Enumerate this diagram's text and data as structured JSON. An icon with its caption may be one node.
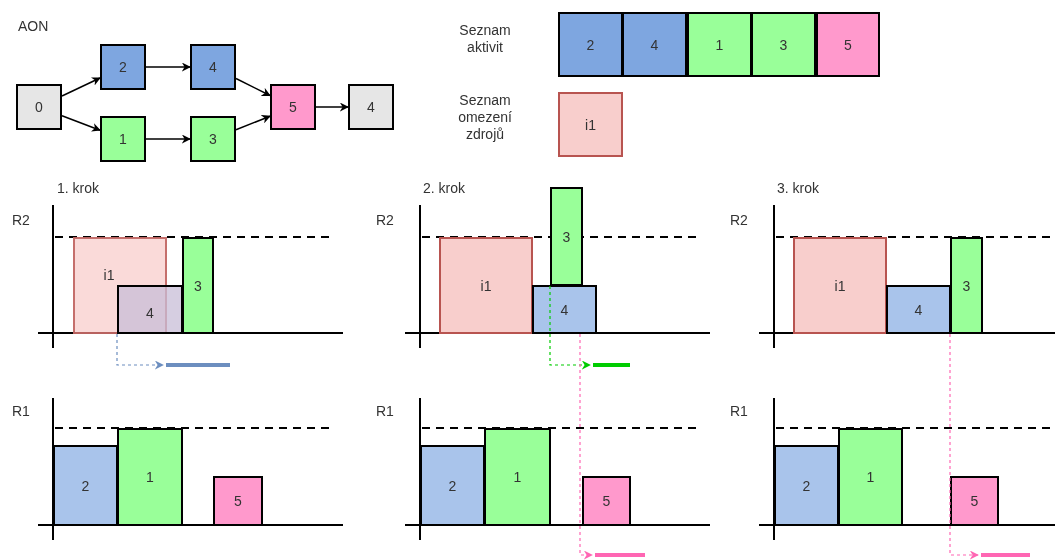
{
  "diagram": {
    "nodes": [
      {
        "text": [
          "0"
        ]
      },
      {
        "text": [
          "2"
        ]
      },
      {
        "text": [
          "4"
        ]
      },
      {
        "text": [
          "1"
        ]
      },
      {
        "text": [
          "3"
        ]
      },
      {
        "text": [
          "5"
        ]
      },
      {
        "text": [
          "4"
        ]
      },
      {
        "text": [
          "2"
        ]
      },
      {
        "text": [
          "4"
        ]
      },
      {
        "text": [
          "1"
        ]
      },
      {
        "text": [
          "3"
        ]
      },
      {
        "text": [
          "5"
        ]
      },
      {
        "text": [
          "i1"
        ]
      },
      {
        "text": [
          "i1"
        ]
      },
      {
        "text": [
          "4"
        ]
      },
      {
        "text": [
          "3"
        ]
      },
      {
        "text": [
          "2"
        ]
      },
      {
        "text": [
          "1"
        ]
      },
      {
        "text": [
          "5"
        ]
      },
      {
        "text": [
          "i1"
        ]
      },
      {
        "text": [
          "4"
        ]
      },
      {
        "text": [
          "3"
        ]
      },
      {
        "text": [
          "2"
        ]
      },
      {
        "text": [
          "1"
        ]
      },
      {
        "text": [
          "5"
        ]
      },
      {
        "text": [
          "i1"
        ]
      },
      {
        "text": [
          "4"
        ]
      },
      {
        "text": [
          "3"
        ]
      },
      {
        "text": [
          "2"
        ]
      },
      {
        "text": [
          "1"
        ]
      },
      {
        "text": [
          "5"
        ]
      }
    ],
    "edges": [
      {
        "from": 0,
        "to": 1,
        "arrow": "to"
      },
      {
        "from": 0,
        "to": 3,
        "arrow": "to"
      },
      {
        "from": 1,
        "to": 2,
        "arrow": "to"
      },
      {
        "from": 3,
        "to": 4,
        "arrow": "to"
      },
      {
        "from": 2,
        "to": 5,
        "arrow": "to"
      },
      {
        "from": 4,
        "to": 5,
        "arrow": "to"
      },
      {
        "from": 5,
        "to": 6,
        "arrow": "to"
      },
      {
        "from": 14,
        "to": null,
        "arrow": "to",
        "style": "dashed",
        "color": "#6c8ebf"
      },
      {
        "from": 21,
        "to": null,
        "arrow": "to",
        "style": "dashed",
        "color": "#00cc00"
      },
      {
        "from": 20,
        "to": null,
        "arrow": "to",
        "style": "dashed",
        "color": "#ff66b3"
      },
      {
        "from": 27,
        "to": null,
        "arrow": "to",
        "style": "dashed",
        "color": "#ff66b3"
      }
    ],
    "labels": [
      "AON",
      "Seznam aktivit",
      "Seznam omezení zdrojů",
      "1. krok",
      "2. krok",
      "3. krok",
      "R2",
      "R2",
      "R2",
      "R1",
      "R1",
      "R1"
    ]
  }
}
